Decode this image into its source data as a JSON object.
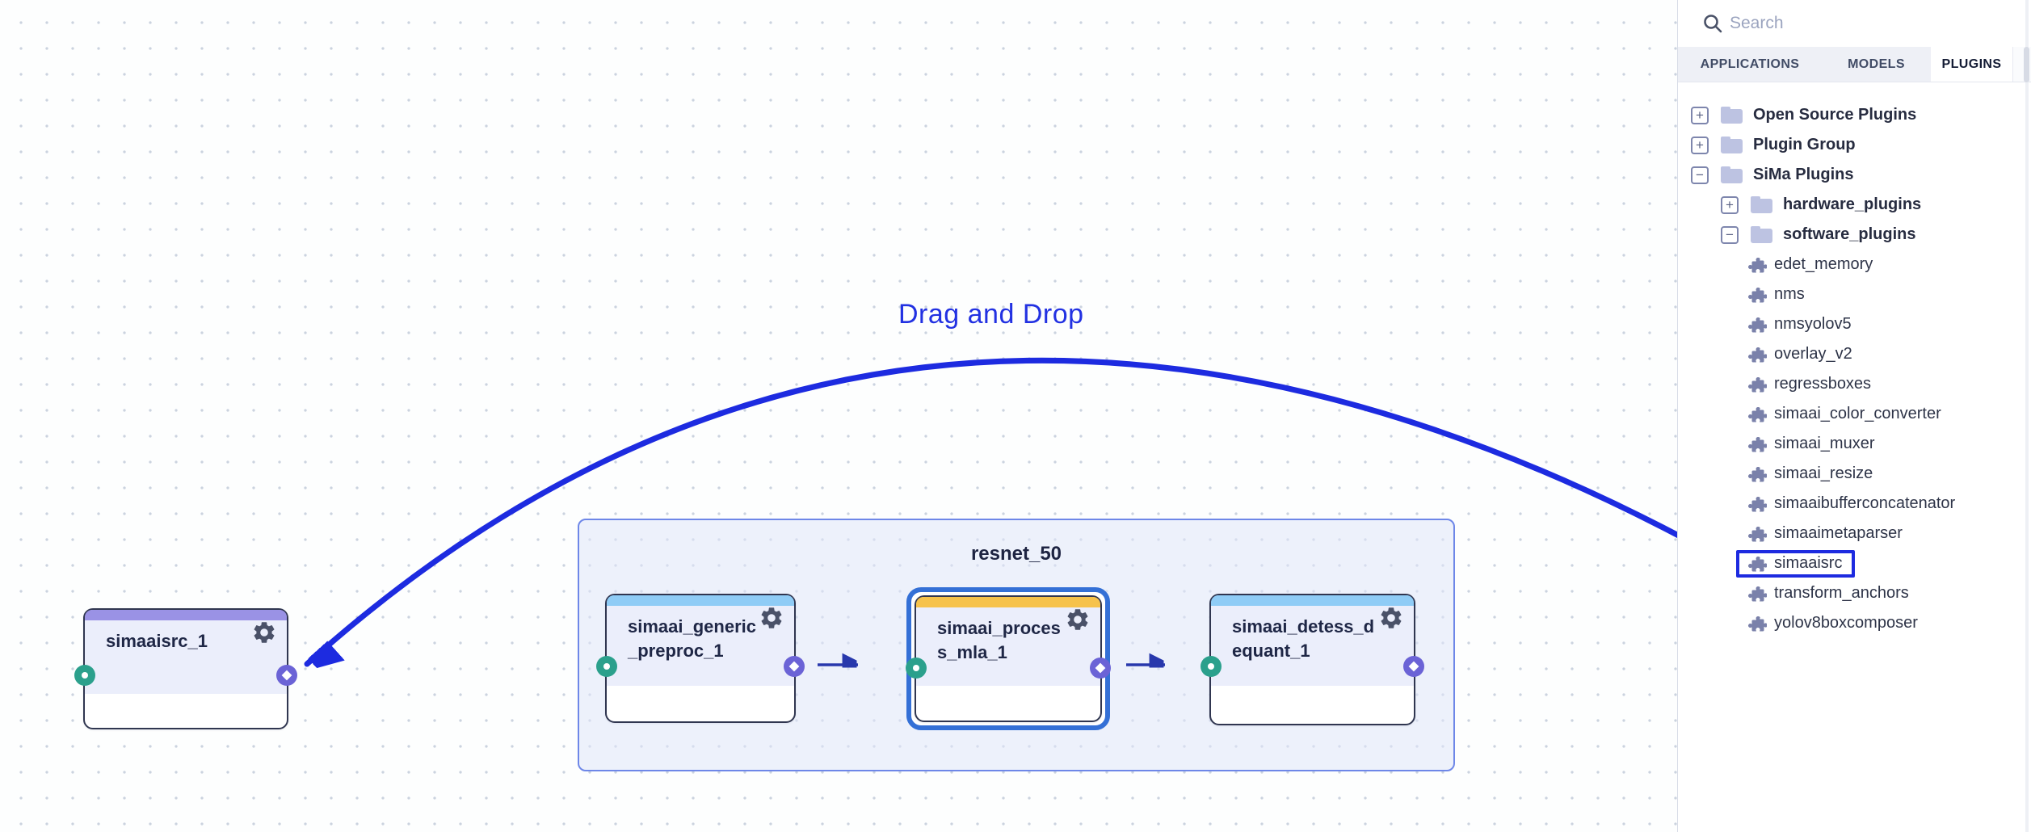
{
  "canvas": {
    "drag_label": "Drag and Drop",
    "group": {
      "title": "resnet_50"
    },
    "nodes": [
      {
        "title": "simaaisrc_1",
        "accent": "#9a92e5",
        "selected": false
      },
      {
        "title": "simaai_generic_preproc_1",
        "accent": "#8fccf6",
        "selected": false
      },
      {
        "title": "simaai_process_mla_1",
        "accent": "#f6c24b",
        "selected": true
      },
      {
        "title": "simaai_detess_dequant_1",
        "accent": "#8fccf6",
        "selected": false
      }
    ],
    "edges": [
      {
        "from": "simaai_generic_preproc_1",
        "to": "simaai_process_mla_1"
      },
      {
        "from": "simaai_process_mla_1",
        "to": "simaai_detess_dequant_1"
      }
    ]
  },
  "sidebar": {
    "search": {
      "placeholder": "Search"
    },
    "tabs": [
      {
        "label": "APPLICATIONS",
        "active": false
      },
      {
        "label": "MODELS",
        "active": false
      },
      {
        "label": "PLUGINS",
        "active": true
      }
    ],
    "tree": [
      {
        "label": "Open Source Plugins",
        "type": "folder",
        "state": "collapsed",
        "level": 0,
        "highlighted": false
      },
      {
        "label": "Plugin Group",
        "type": "folder",
        "state": "collapsed",
        "level": 0,
        "highlighted": false
      },
      {
        "label": "SiMa Plugins",
        "type": "folder",
        "state": "expanded",
        "level": 0,
        "highlighted": false
      },
      {
        "label": "hardware_plugins",
        "type": "folder",
        "state": "collapsed",
        "level": 1,
        "highlighted": false
      },
      {
        "label": "software_plugins",
        "type": "folder",
        "state": "expanded",
        "level": 1,
        "highlighted": false
      },
      {
        "label": "edet_memory",
        "type": "plugin",
        "level": 2,
        "highlighted": false
      },
      {
        "label": "nms",
        "type": "plugin",
        "level": 2,
        "highlighted": false
      },
      {
        "label": "nmsyolov5",
        "type": "plugin",
        "level": 2,
        "highlighted": false
      },
      {
        "label": "overlay_v2",
        "type": "plugin",
        "level": 2,
        "highlighted": false
      },
      {
        "label": "regressboxes",
        "type": "plugin",
        "level": 2,
        "highlighted": false
      },
      {
        "label": "simaai_color_converter",
        "type": "plugin",
        "level": 2,
        "highlighted": false
      },
      {
        "label": "simaai_muxer",
        "type": "plugin",
        "level": 2,
        "highlighted": false
      },
      {
        "label": "simaai_resize",
        "type": "plugin",
        "level": 2,
        "highlighted": false
      },
      {
        "label": "simaaibufferconcatenator",
        "type": "plugin",
        "level": 2,
        "highlighted": false
      },
      {
        "label": "simaaimetaparser",
        "type": "plugin",
        "level": 2,
        "highlighted": false
      },
      {
        "label": "simaaisrc",
        "type": "plugin",
        "level": 2,
        "highlighted": true
      },
      {
        "label": "transform_anchors",
        "type": "plugin",
        "level": 2,
        "highlighted": false
      },
      {
        "label": "yolov8boxcomposer",
        "type": "plugin",
        "level": 2,
        "highlighted": false
      }
    ]
  },
  "colors": {
    "drag_accent": "#1e2ce0",
    "edge": "#2838ac",
    "selected_ring": "#3470d6",
    "group_border": "#6e87e8",
    "port_in": "#2ba08c",
    "port_out": "#6b63d6",
    "topbar_blue": "#8fccf6",
    "topbar_orange": "#f6c24b",
    "topbar_purple": "#9a92e5"
  }
}
